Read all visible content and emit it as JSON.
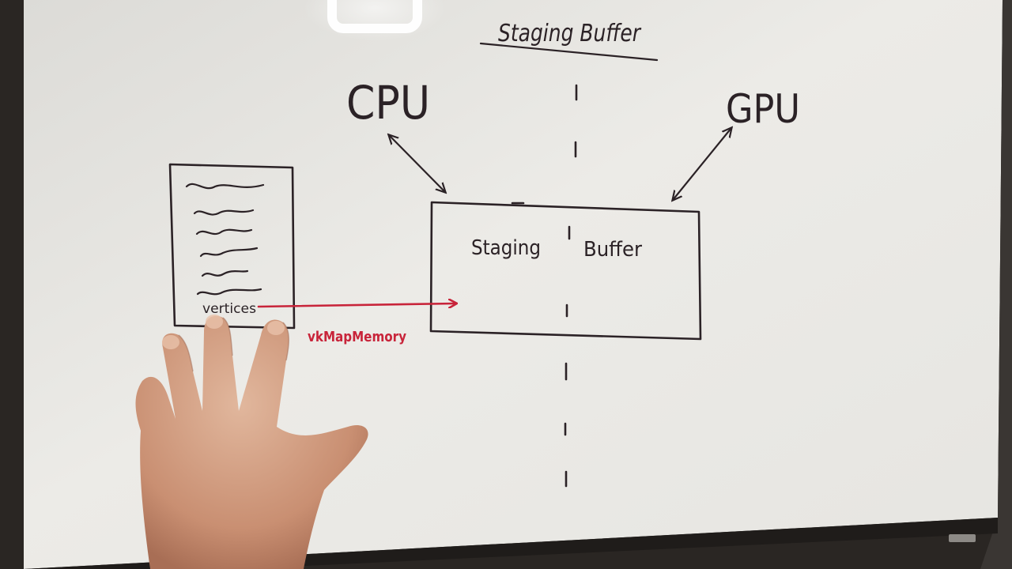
{
  "diagram": {
    "title": "Staging Buffer",
    "cpu_label": "CPU",
    "gpu_label": "GPU",
    "buffer_label_left": "Staging",
    "buffer_label_right": "Buffer",
    "document_label": "vertices",
    "arrow_label": "vkMapMemory"
  },
  "colors": {
    "board": "#e9e8e4",
    "ink": "#2b2226",
    "red_marker": "#c8243a",
    "frame": "#2a2623"
  }
}
